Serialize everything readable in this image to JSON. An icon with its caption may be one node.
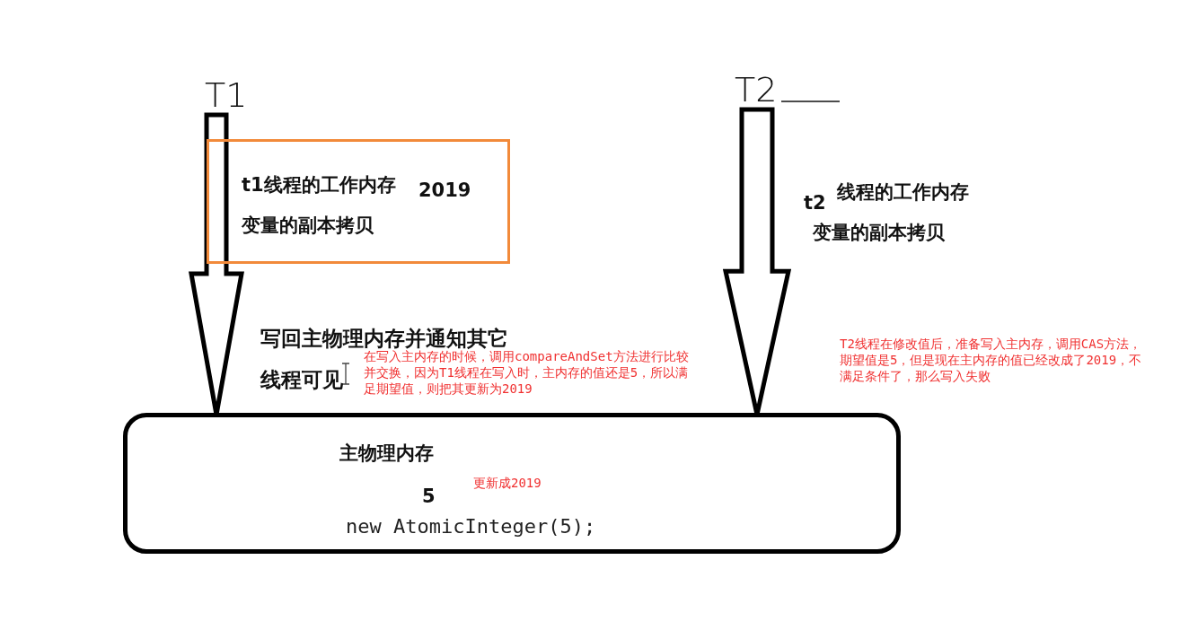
{
  "diagram": {
    "nodes": [
      {
        "text": [
          "T1"
        ]
      },
      {
        "text": [
          "t1线程的工作内存",
          "2019",
          "变量的副本拷贝"
        ]
      },
      {
        "text": [
          "T2"
        ]
      },
      {
        "text": [
          "主物理内存",
          "更新成2019",
          "5",
          "new AtomicInteger(5);"
        ]
      }
    ],
    "edges": [
      {
        "from": 0,
        "to": 3,
        "arrow": "to",
        "style": "thick"
      },
      {
        "from": 2,
        "to": 3,
        "arrow": "to",
        "style": "thick"
      }
    ],
    "labels": [
      "t2",
      "线程的工作内存",
      "变量的副本拷贝",
      "写回主物理内存并通知其它线程可见",
      "在写入主内存的时候，调用compareAndSet方法进行比较并交换，因为T1线程在写入时，主内存的值还是5，所以满足期望值，则把其更新为2019",
      "T2线程在修改值后，准备写入主内存，调用CAS方法，期望值是5，但是现在主内存的值已经改成了2019，不满足条件了，那么写入失败"
    ]
  }
}
